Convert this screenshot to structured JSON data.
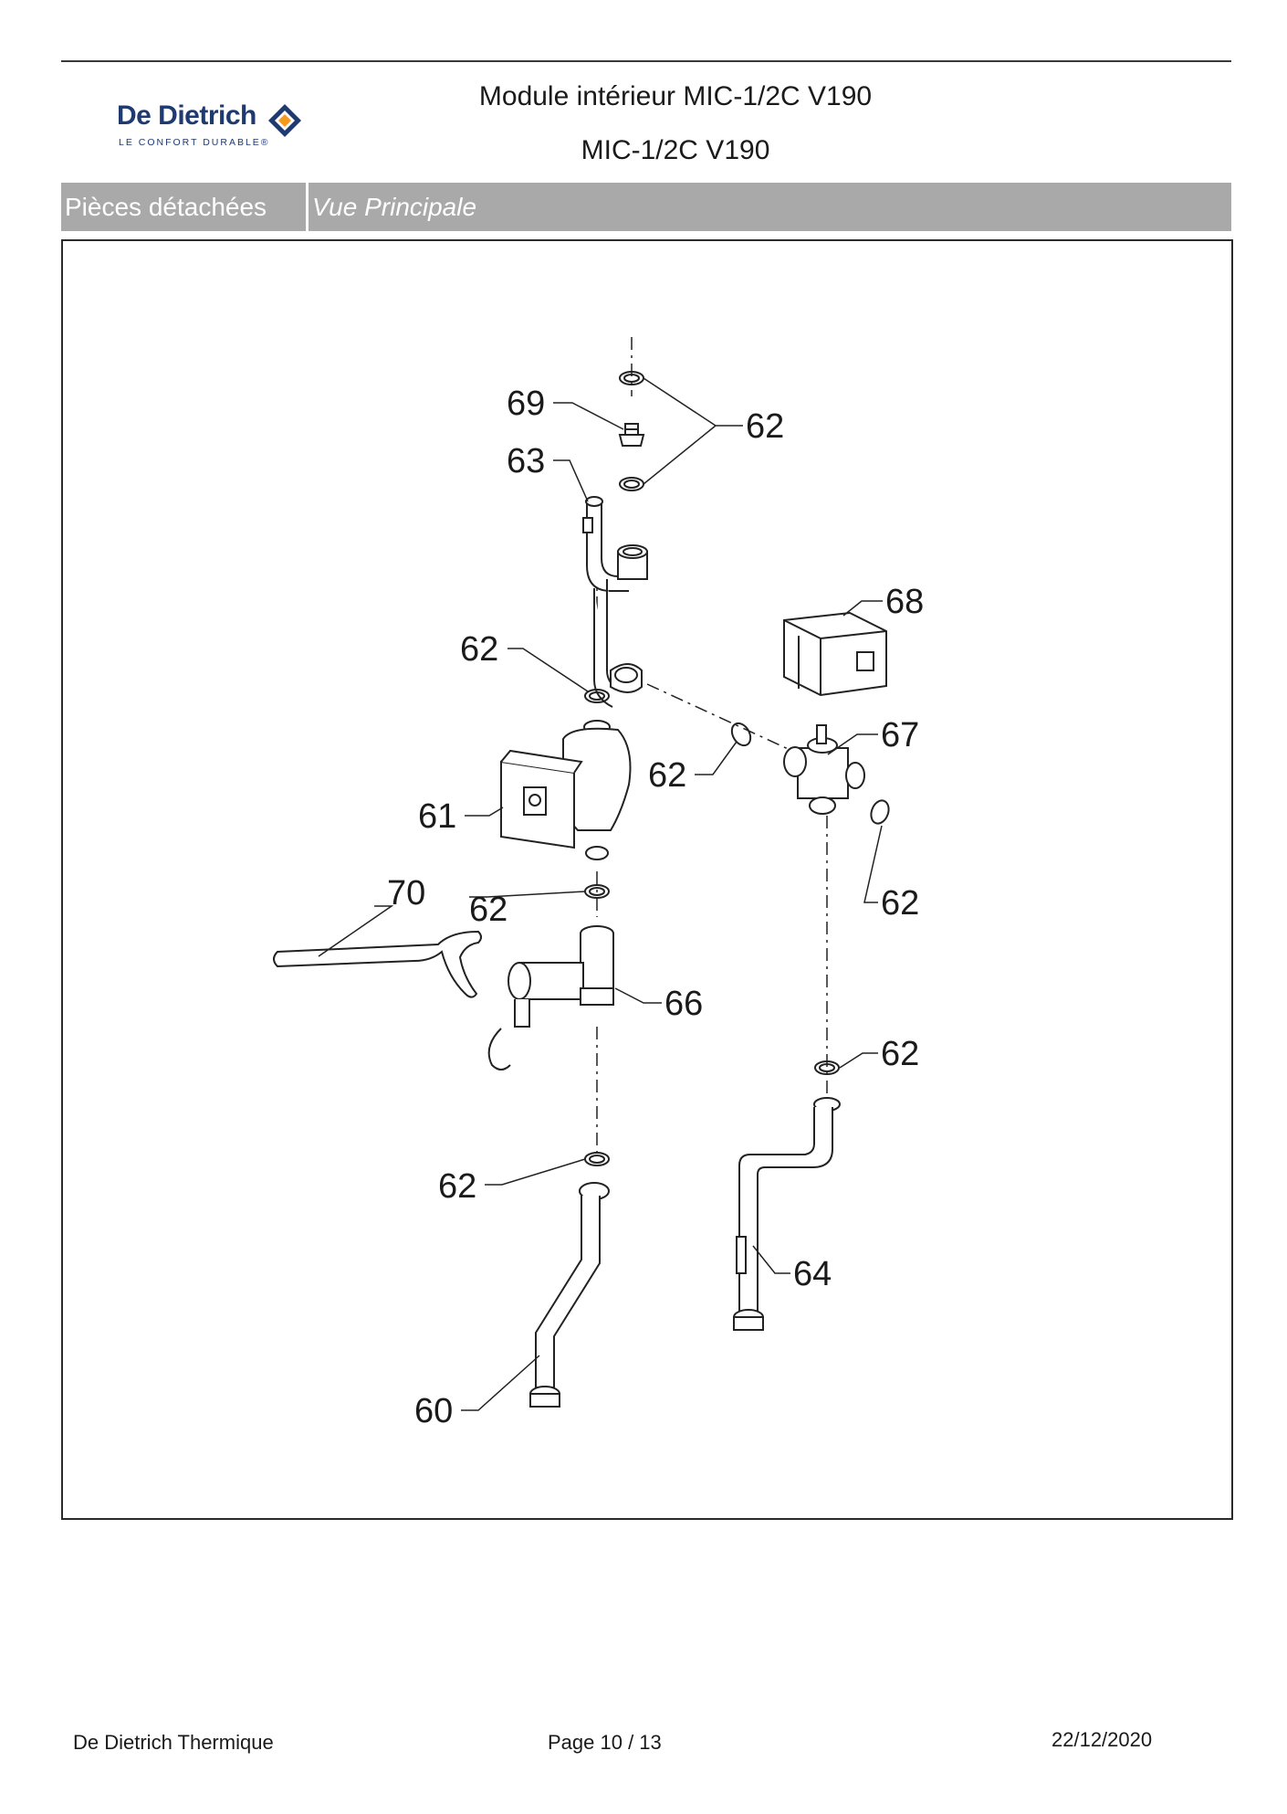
{
  "header": {
    "logo": {
      "name": "De Dietrich",
      "tagline": "LE CONFORT DURABLE®"
    },
    "title": "Module intérieur MIC-1/2C V190",
    "subtitle": "MIC-1/2C V190"
  },
  "section": {
    "category": "Pièces détachées",
    "view": "Vue Principale"
  },
  "diagram": {
    "callouts": {
      "c69": "69",
      "c62_top": "62",
      "c63": "63",
      "c68": "68",
      "c62_a": "62",
      "c67": "67",
      "c62_b": "62",
      "c61": "61",
      "c62_c": "62",
      "c70": "70",
      "c62_d": "62",
      "c66": "66",
      "c62_e": "62",
      "c62_f": "62",
      "c64": "64",
      "c60": "60"
    }
  },
  "footer": {
    "company": "De Dietrich Thermique",
    "page": "Page 10  /  13",
    "date": "22/12/2020"
  }
}
